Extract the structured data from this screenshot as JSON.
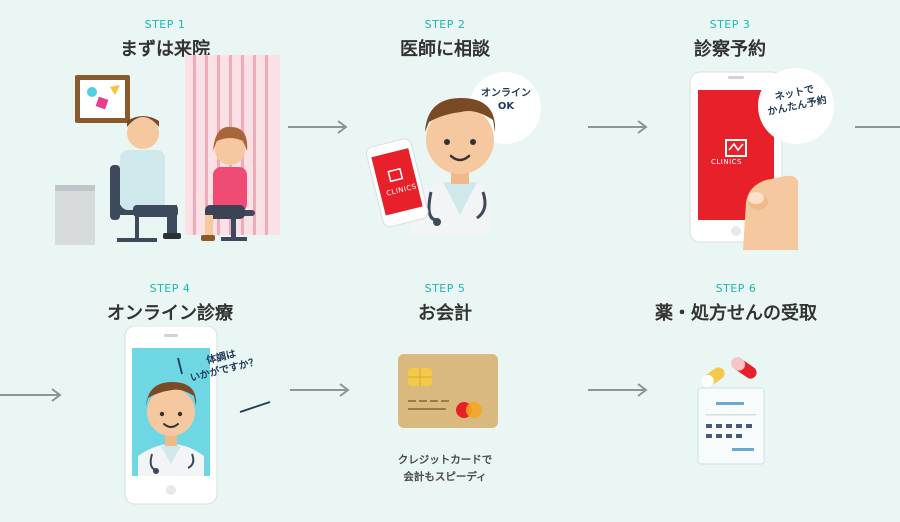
{
  "colors": {
    "accent": "#1fb5b0",
    "background": "#eaf6f4",
    "title": "#333333",
    "brand_red": "#e8202a",
    "arrow": "#8a969b"
  },
  "steps": [
    {
      "label": "STEP 1",
      "title": "まずは来院"
    },
    {
      "label": "STEP 2",
      "title": "医師に相談",
      "bubble": "オンライン\nOK"
    },
    {
      "label": "STEP 3",
      "title": "診察予約",
      "bubble": "ネットで\nかんたん予約"
    },
    {
      "label": "STEP 4",
      "title": "オンライン診療",
      "bubble": "体調は\nいかがですか？"
    },
    {
      "label": "STEP 5",
      "title": "お会計",
      "caption": [
        "クレジットカードで",
        "会計もスピーディ"
      ]
    },
    {
      "label": "STEP 6",
      "title": "薬・処方せんの受取"
    }
  ],
  "brand": {
    "name": "CLINICS"
  }
}
